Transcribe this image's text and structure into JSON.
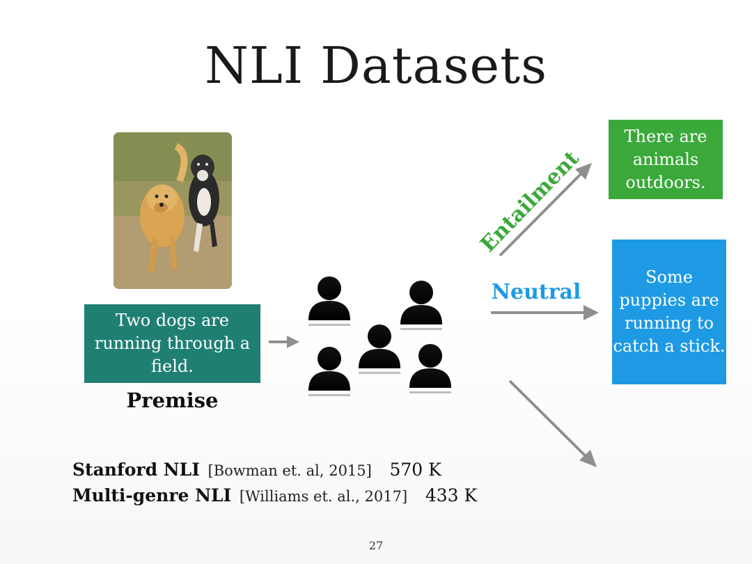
{
  "title": "NLI Datasets",
  "premise": {
    "text": "Two dogs are running through a field.",
    "label": "Premise",
    "color": "#1f7f73"
  },
  "hypotheses": {
    "entailment": {
      "label": "Entailment",
      "text": "There are animals outdoors.",
      "color": "#3aa93a"
    },
    "neutral": {
      "label": "Neutral",
      "text": "Some puppies are running to catch a stick.",
      "color": "#1e9ae4"
    }
  },
  "datasets": [
    {
      "name": "Stanford NLI",
      "citation": "[Bowman et. al, 2015]",
      "count": "570 K"
    },
    {
      "name": "Multi-genre NLI",
      "citation": "[Williams et. al., 2017]",
      "count": "433 K"
    }
  ],
  "page_number": "27",
  "icons": {
    "photo": "dogs-photo",
    "crowd": "people-icon"
  }
}
